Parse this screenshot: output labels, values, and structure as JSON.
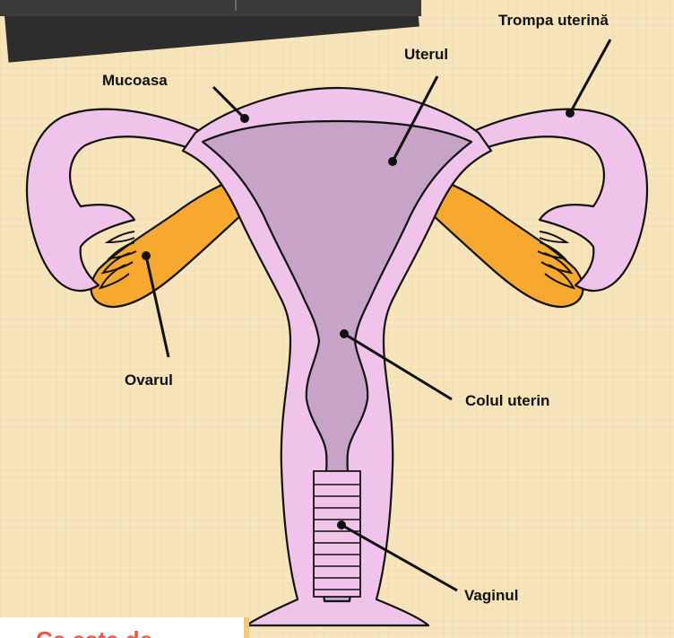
{
  "labels": {
    "tromp": "Trompa uterină",
    "uterus": "Uterul",
    "mucosa": "Mucoasa",
    "ovary": "Ovarul",
    "cervix": "Colul uterin",
    "vagina": "Vaginul"
  },
  "caption": "Ce este de",
  "colors": {
    "background": "#f6e3b8",
    "tissue": "#efc3ea",
    "cavity": "#c6a3c7",
    "ovary": "#f6a92e",
    "outline": "#111111",
    "caption_text": "#ef5744"
  }
}
